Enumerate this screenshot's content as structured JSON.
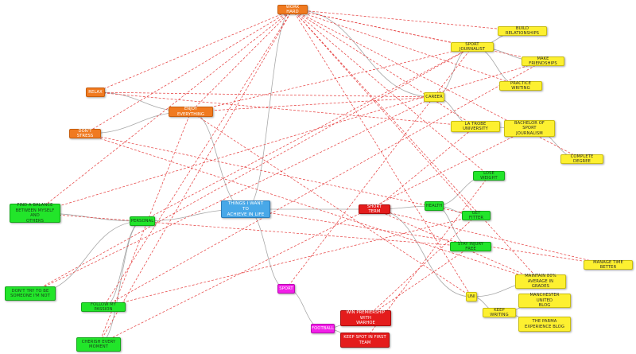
{
  "colors": {
    "orange": "#f07a20",
    "yellow": "#fdf030",
    "green": "#22e52a",
    "red": "#e41c1c",
    "magenta": "#f21ee8",
    "blue": "#48a8e8",
    "tree_line": "#a8a8a8",
    "dashed_line": "#e53a3a"
  },
  "nodes": [
    {
      "id": "work_hard",
      "label": "WORK HARD",
      "color": "orange"
    },
    {
      "id": "relax",
      "label": "RELAX",
      "color": "orange"
    },
    {
      "id": "enjoy",
      "label": "ENJOY EVERYTHING",
      "color": "orange"
    },
    {
      "id": "dont_stress",
      "label": "DON'T STRESS",
      "color": "orange"
    },
    {
      "id": "sport_journalist",
      "label": "SPORT JOURNALIST",
      "color": "yellow"
    },
    {
      "id": "build_relationships",
      "label": "BUILD RELATIONSHIPS",
      "color": "yellow"
    },
    {
      "id": "make_friendships",
      "label": "MAKE FRIENDSHIPS",
      "color": "yellow"
    },
    {
      "id": "practice_writing",
      "label": "PRACTICE WRITING",
      "color": "yellow"
    },
    {
      "id": "career",
      "label": "CAREER",
      "color": "yellow"
    },
    {
      "id": "la_trobe",
      "label": "LA TROBE UNIVERSITY",
      "color": "yellow"
    },
    {
      "id": "bachelor",
      "label": "BACHELOR OF SPORT\nJOURNALISM",
      "color": "yellow"
    },
    {
      "id": "complete_degree",
      "label": "COMPLETE DEGREE",
      "color": "yellow"
    },
    {
      "id": "manage_time",
      "label": "MANAGE TIME BETTER",
      "color": "yellow"
    },
    {
      "id": "maintain",
      "label": "MAINTAIN 80%\nAVERAGE IN GRADES",
      "color": "yellow"
    },
    {
      "id": "uni",
      "label": "UNI",
      "color": "yellow"
    },
    {
      "id": "keep_writing",
      "label": "KEEP WRITING",
      "color": "yellow"
    },
    {
      "id": "mu_blog",
      "label": "MANCHESTER UNITED\nBLOG",
      "color": "yellow"
    },
    {
      "id": "parma_blog",
      "label": "THE PARMA\nEXPERIENCE BLOG",
      "color": "yellow"
    },
    {
      "id": "lose_weight",
      "label": "LOSE WEIGHT",
      "color": "green"
    },
    {
      "id": "health",
      "label": "HEALTH",
      "color": "green"
    },
    {
      "id": "get_fitter",
      "label": "GET FITTER",
      "color": "green"
    },
    {
      "id": "injury_free",
      "label": "STAY INJURY FREE",
      "color": "green"
    },
    {
      "id": "balance",
      "label": "FIND A BALANCE\nBETWEEN MYSELF AND\nOTHERS",
      "color": "green"
    },
    {
      "id": "personal",
      "label": "PERSONAL",
      "color": "green"
    },
    {
      "id": "dont_try",
      "label": "DON'T TRY TO BE\nSOMEONE I'M NOT",
      "color": "green"
    },
    {
      "id": "follow_passion",
      "label": "FOLLOW MY PASSION",
      "color": "green"
    },
    {
      "id": "cherish",
      "label": "CHERISH EVERY\nMOMENT",
      "color": "green"
    },
    {
      "id": "central",
      "label": "THINGS I WANT TO\nACHIEVE IN LIFE",
      "color": "blue"
    },
    {
      "id": "short_term",
      "label": "SHORT TERM",
      "color": "red"
    },
    {
      "id": "premiership",
      "label": "WIN PREMIERSHIP WITH\nWARHOE",
      "color": "red"
    },
    {
      "id": "keep_spot",
      "label": "KEEP SPOT IN FIRST\nTEAM",
      "color": "red"
    },
    {
      "id": "sport",
      "label": "SPORT",
      "color": "magenta"
    },
    {
      "id": "football",
      "label": "FOOTBALL",
      "color": "magenta"
    }
  ]
}
